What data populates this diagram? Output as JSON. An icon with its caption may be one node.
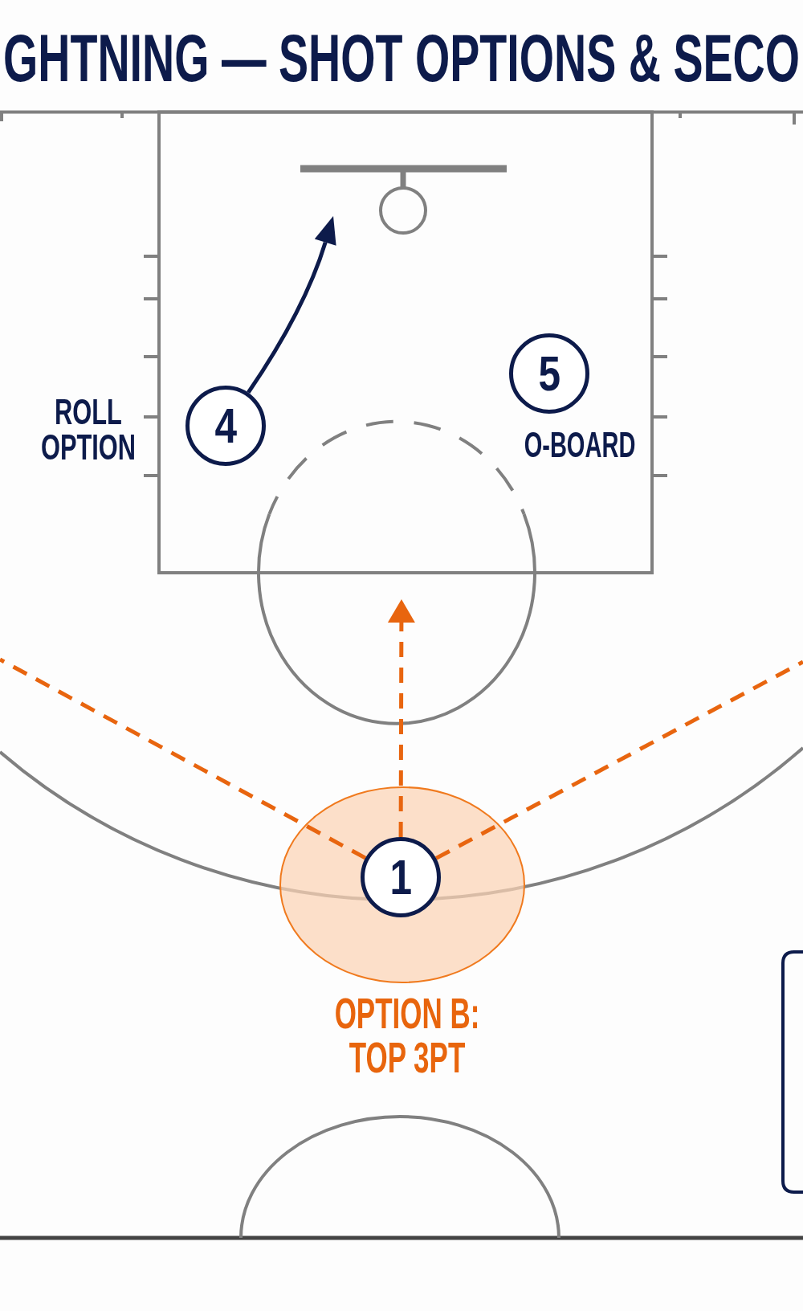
{
  "diagram": {
    "title": "GHTNING — SHOT OPTIONS & SECO",
    "nodes": [
      {
        "text": [
          "4"
        ],
        "beside": [
          "ROLL OPTION"
        ]
      },
      {
        "text": [
          "5"
        ],
        "beside": [
          "O-BOARD"
        ]
      },
      {
        "text": [
          "OPTION B: TOP 3PT"
        ]
      },
      {
        "text": [
          "1"
        ],
        "in": 2
      }
    ],
    "edges": [
      {
        "from": 0,
        "to": null,
        "arrow": "to",
        "color": "#0d1b4b"
      },
      {
        "from": 3,
        "to": null,
        "arrow": "to",
        "style": "dashed"
      },
      {
        "from": 3,
        "to": null,
        "arrow": "none",
        "style": "dashed"
      },
      {
        "from": 3,
        "to": null,
        "arrow": "none",
        "style": "dashed"
      }
    ]
  }
}
